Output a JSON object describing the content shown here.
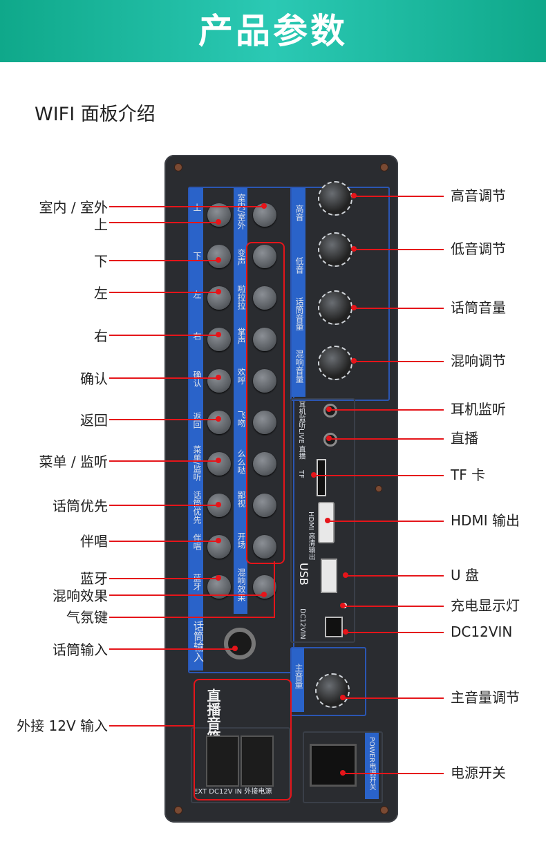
{
  "banner": {
    "title": "产品参数"
  },
  "subtitle": "WIFI 面板介绍",
  "left_labels": [
    "室内 / 室外",
    "上",
    "下",
    "左",
    "右",
    "确认",
    "返回",
    "菜单 / 监听",
    "话筒优先",
    "伴唱",
    "蓝牙",
    "混响效果",
    "气氛键",
    "话筒输入",
    "外接 12V 输入"
  ],
  "right_labels": [
    "高音调节",
    "低音调节",
    "话筒音量",
    "混响调节",
    "耳机监听",
    "直播",
    "TF 卡",
    "HDMI 输出",
    "U 盘",
    "充电显示灯",
    "DC12VIN",
    "主音量调节",
    "电源开关"
  ],
  "panel": {
    "col1_labels": [
      "上",
      "下",
      "左",
      "右",
      "确认",
      "返回",
      "菜单/监听",
      "话筒优先",
      "伴唱",
      "蓝牙"
    ],
    "col2_labels": [
      "室内/室外",
      "变声",
      "啦拉拉",
      "掌声",
      "欢呼",
      "飞吻",
      "么么哒",
      "鄙视",
      "开场",
      "混响效果"
    ],
    "knob_labels": [
      "高音",
      "低音",
      "话筒音量",
      "混响音量"
    ],
    "mic_input_label": "话筒输入",
    "master_label": "主音量",
    "usb_label": "USB",
    "dc_label": "DC12VIN",
    "hdmi_label": "HDMI 高清输出",
    "tf_label": "TF",
    "earphone_label": "耳机监听",
    "live_label": "LIVE 直播",
    "power_label": "POWER电源开关",
    "ext_label": "EXT DC12V IN 外接电源",
    "logo_chars": "直播音箱"
  },
  "colors": {
    "accent_red": "#e5151a",
    "banner_green": "#1fbda4",
    "panel_blue": "#2b56b3"
  }
}
